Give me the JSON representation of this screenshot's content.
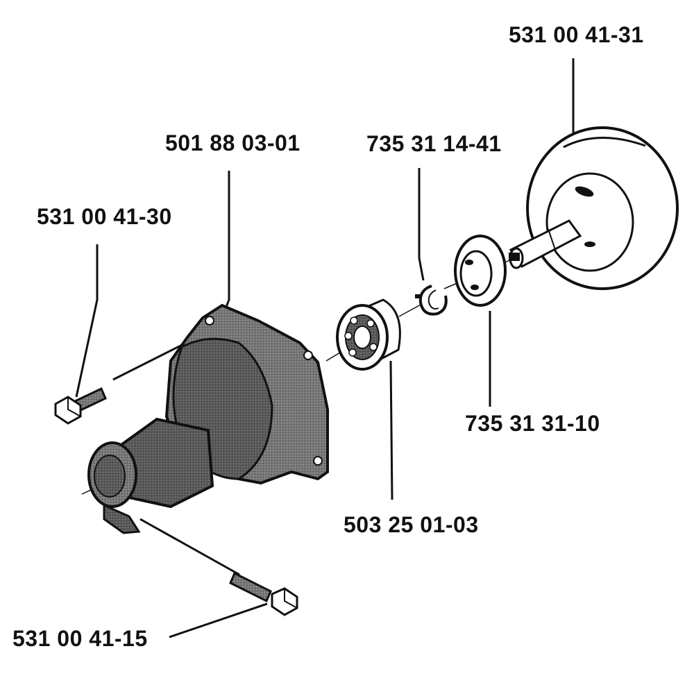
{
  "parts": {
    "clutch_drum": "531 00 41-31",
    "clutch_cover": "501 88 03-01",
    "retaining_ring": "735 31 14-41",
    "screw_upper": "531 00 41-30",
    "washer": "735 31 31-10",
    "bearing": "503 25 01-03",
    "screw_lower": "531 00 41-15"
  },
  "colors": {
    "ink": "#111111",
    "shade": "#4a4a4a",
    "paper": "#ffffff"
  }
}
